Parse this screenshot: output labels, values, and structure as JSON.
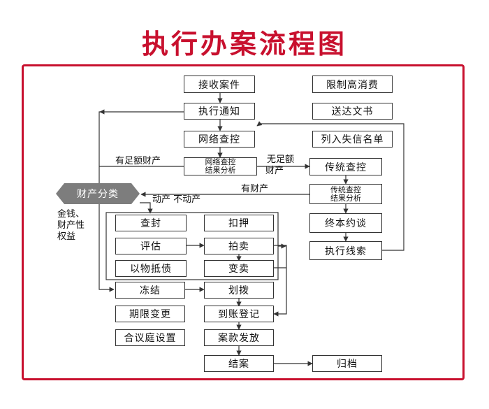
{
  "title": "执行办案流程图",
  "boxes": {
    "receive": "接收案件",
    "notice": "执行通知",
    "network_check": "网络查控",
    "network_result_1": "网络查控",
    "network_result_2": "结果分析",
    "classify": "财产分类",
    "seal": "查封",
    "detain": "扣押",
    "assess": "评估",
    "auction": "拍卖",
    "offset": "以物抵债",
    "sell": "变卖",
    "freeze": "冻结",
    "transfer": "划拨",
    "extend": "期限变更",
    "register": "到账登记",
    "settle": "合议庭设置",
    "distribute": "案款发放",
    "close": "结案",
    "archive": "归档",
    "limit": "限制高消费",
    "serve": "送达文书",
    "blacklist": "列入失信名单",
    "traditional": "传统查控",
    "trad_result_1": "传统查控",
    "trad_result_2": "结果分析",
    "final_talk": "终本约谈",
    "clue": "执行线索"
  },
  "labels": {
    "sufficient": "有足额财产",
    "insufficient_1": "无足额",
    "insufficient_2": "财产",
    "has_property": "有财产",
    "movable": "动产 不动产",
    "money_1": "金钱、",
    "money_2": "财产性",
    "money_3": "权益"
  },
  "colors": {
    "accent": "#c8102e",
    "hex_fill": "#7d7d7d"
  }
}
